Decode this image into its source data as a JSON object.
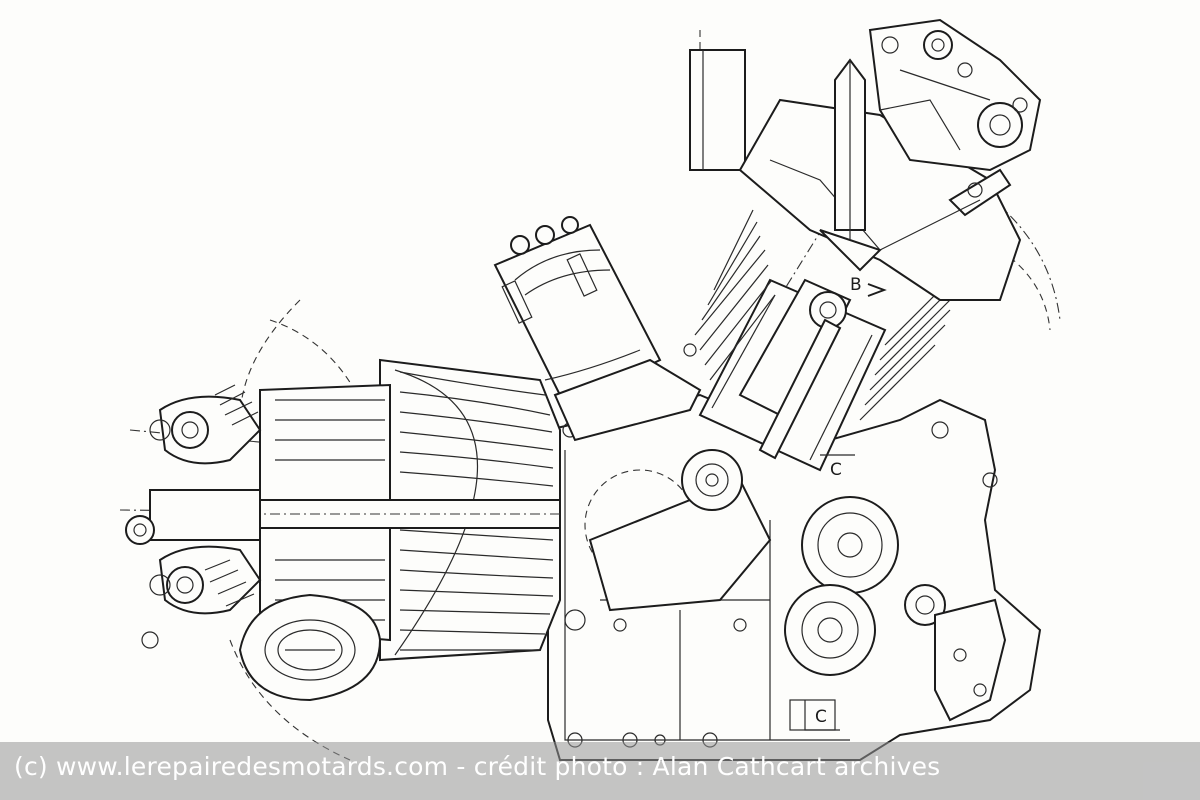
{
  "image": {
    "subject": "engine-technical-drawing",
    "labels": {
      "section_b": "B",
      "section_c_upper": "C",
      "section_c_lower": "C"
    }
  },
  "watermark": {
    "text": "(c) www.lerepairedesmotards.com  - crédit photo : Alan Cathcart archives"
  },
  "colors": {
    "background": "#fdfdfb",
    "ink": "#1c1c1c",
    "caption_band": "#969696",
    "caption_text": "#ffffff"
  }
}
